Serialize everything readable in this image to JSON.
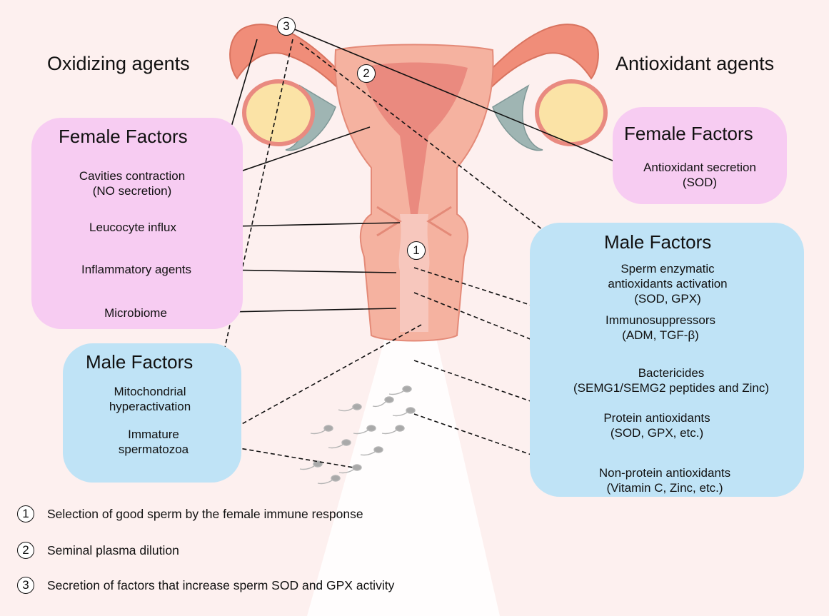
{
  "title_left": "Oxidizing agents",
  "title_right": "Antioxidant agents",
  "left_female": {
    "heading": "Female Factors",
    "items": [
      [
        "Cavities contraction",
        "(NO secretion)"
      ],
      [
        "Leucocyte influx"
      ],
      [
        "Inflammatory agents"
      ],
      [
        "Microbiome"
      ]
    ]
  },
  "left_male": {
    "heading": "Male Factors",
    "items": [
      [
        "Mitochondrial",
        "hyperactivation"
      ],
      [
        "Immature",
        "spermatozoa"
      ]
    ]
  },
  "right_female": {
    "heading": "Female Factors",
    "items": [
      [
        "Antioxidant secretion",
        "(SOD)"
      ]
    ]
  },
  "right_male": {
    "heading": "Male Factors",
    "items": [
      [
        "Sperm enzymatic",
        "antioxidants activation",
        "(SOD, GPX)"
      ],
      [
        "Immunosuppressors",
        "(ADM, TGF-β)"
      ],
      [
        "Bactericides",
        "(SEMG1/SEMG2 peptides and Zinc)"
      ],
      [
        "Protein antioxidants",
        "(SOD, GPX, etc.)"
      ],
      [
        "Non-protein antioxidants",
        "(Vitamin C, Zinc, etc.)"
      ]
    ]
  },
  "markers": [
    "1",
    "2",
    "3"
  ],
  "legend": [
    {
      "num": "1",
      "text": "Selection of good sperm by the female immune response"
    },
    {
      "num": "2",
      "text": "Seminal plasma dilution"
    },
    {
      "num": "3",
      "text": "Secretion of factors that increase sperm SOD and GPX activity"
    }
  ],
  "colors": {
    "background": "#fdf0ef",
    "female_box": "#f7ccf2",
    "male_box": "#bfe3f6",
    "uterus_outer": "#f3a490",
    "uterus_inner": "#e98a80",
    "ovary": "#fbe3a6"
  }
}
